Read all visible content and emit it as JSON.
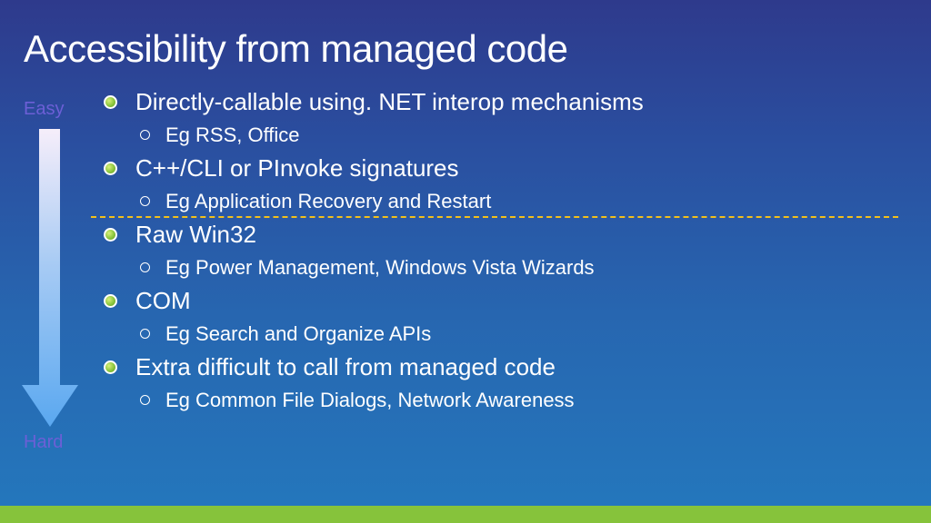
{
  "slide": {
    "title": "Accessibility from managed code"
  },
  "scale": {
    "top_label": "Easy",
    "bottom_label": "Hard"
  },
  "bullets": [
    {
      "text": "Directly-callable using. NET interop mechanisms",
      "sub": "Eg RSS, Office"
    },
    {
      "text": "C++/CLI or PInvoke signatures",
      "sub": "Eg Application Recovery and Restart"
    },
    {
      "text": "Raw Win32",
      "sub": "Eg Power Management, Windows Vista Wizards"
    },
    {
      "text": "COM",
      "sub": "Eg Search and Organize APIs"
    },
    {
      "text": "Extra difficult to call from managed code",
      "sub": "Eg Common File Dialogs, Network Awareness"
    }
  ],
  "colors": {
    "scale_label": "#6c5fd6",
    "divider": "#f2c01a",
    "footer": "#86c33b",
    "bullet_dot": "#8cc63f"
  }
}
